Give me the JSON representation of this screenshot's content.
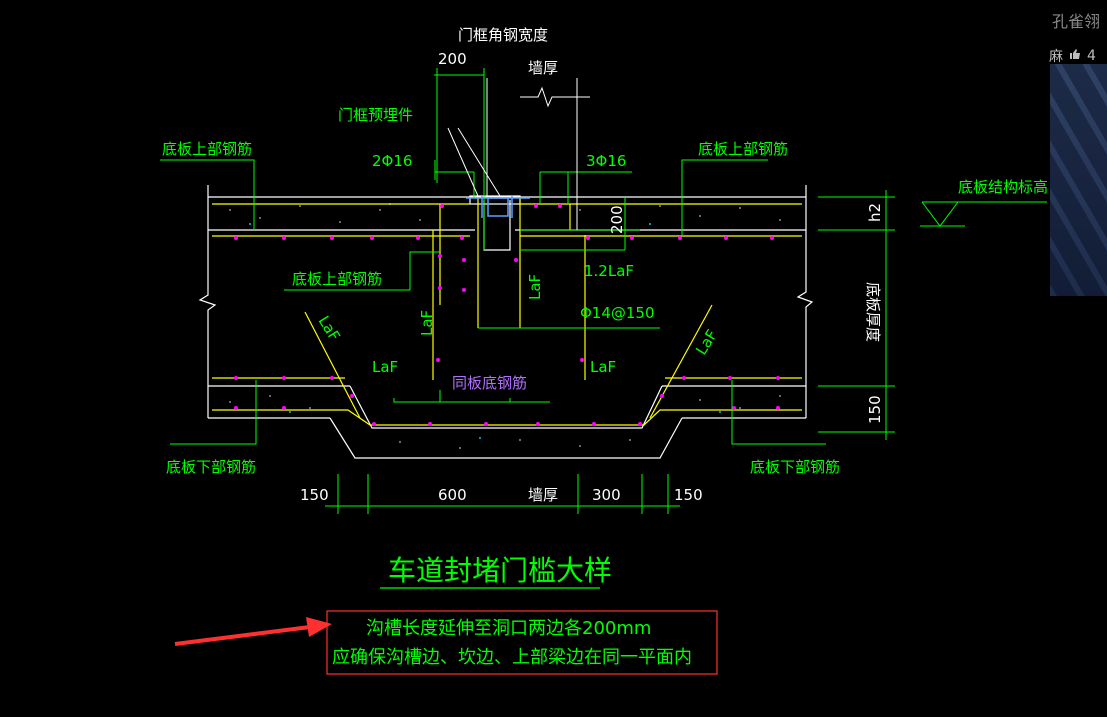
{
  "drawing": {
    "labels": {
      "frame_steel_width": "门框角钢宽度",
      "dim_200_top": "200",
      "wall_thickness_top": "墙厚",
      "embedded_part": "门框预埋件",
      "rebar_2phi16": "2Φ16",
      "rebar_3phi16": "3Φ16",
      "slab_top_rebar_left": "底板上部钢筋",
      "slab_top_rebar_right": "底板上部钢筋",
      "slab_structure_elevation": "底板结构标高",
      "dim_200_vertical": "200",
      "dim_h2": "h2",
      "laf_12": "1.2LaF",
      "laf_vertical_center": "LaF",
      "slab_top_rebar_inner": "底板上部钢筋",
      "laf_vertical_left": "LaF",
      "phi14_150": "Φ14@150",
      "slab_thickness": "底板厚度",
      "laf_diag_left": "LaF",
      "laf_diag_right": "LaF",
      "laf_left": "LaF",
      "laf_right": "LaF",
      "same_slab_bottom_rebar": "同板底钢筋",
      "dim_150_right": "150",
      "slab_bottom_rebar_left": "底板下部钢筋",
      "slab_bottom_rebar_right": "底板下部钢筋",
      "dim_bottom_150_left": "150",
      "dim_bottom_600": "600",
      "wall_thickness_bottom": "墙厚",
      "dim_bottom_300": "300",
      "dim_bottom_150_right": "150"
    },
    "title": "车道封堵门槛大样",
    "note_line1": "沟槽长度延伸至洞口两边各200mm",
    "note_line2": "应确保沟槽边、坎边、上部梁边在同一平面内",
    "colors": {
      "background": "#000000",
      "line": "#ffffff",
      "green": "#00ff00",
      "yellow": "#ffff00",
      "magenta": "#ff00ff",
      "purple": "#b070ff",
      "red": "#ff3030",
      "cyan_speck": "#00c0ff"
    }
  },
  "sidebar": {
    "author": "孔雀翎",
    "line_prefix": "麻",
    "like_count": "4",
    "like_icon": "thumbs-up-icon"
  }
}
